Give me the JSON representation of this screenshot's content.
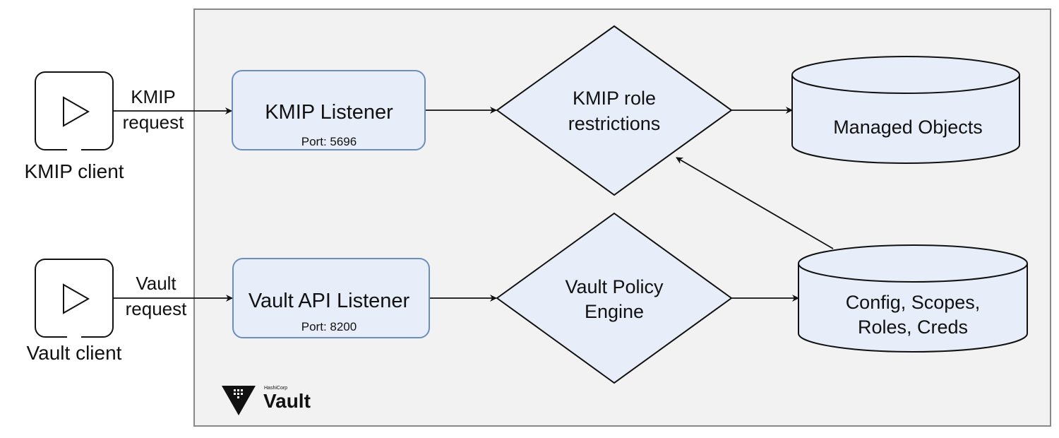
{
  "colors": {
    "node_fill": "#e8eef9",
    "node_stroke": "#6c8ebf",
    "container_fill": "#f2f2f2",
    "container_stroke": "#888888",
    "line": "#111111",
    "logo": "#111111"
  },
  "clients": {
    "kmip": {
      "label": "KMIP client",
      "icon": "play-icon"
    },
    "vault": {
      "label": "Vault client",
      "icon": "play-icon"
    }
  },
  "edges": {
    "kmip_request": {
      "line1": "KMIP",
      "line2": "request"
    },
    "vault_request": {
      "line1": "Vault",
      "line2": "request"
    }
  },
  "listeners": {
    "kmip": {
      "title": "KMIP Listener",
      "port": "Port: 5696"
    },
    "vault": {
      "title": "Vault API Listener",
      "port": "Port: 8200"
    }
  },
  "decisions": {
    "kmip_role": {
      "line1": "KMIP role",
      "line2": "restrictions"
    },
    "vault_policy": {
      "line1": "Vault Policy",
      "line2": "Engine"
    }
  },
  "stores": {
    "managed_objects": {
      "line1": "Managed Objects"
    },
    "config": {
      "line1": "Config, Scopes,",
      "line2": "Roles, Creds"
    }
  },
  "logo": {
    "company": "HashiCorp",
    "product": "Vault",
    "icon": "vault-triangle-icon"
  }
}
